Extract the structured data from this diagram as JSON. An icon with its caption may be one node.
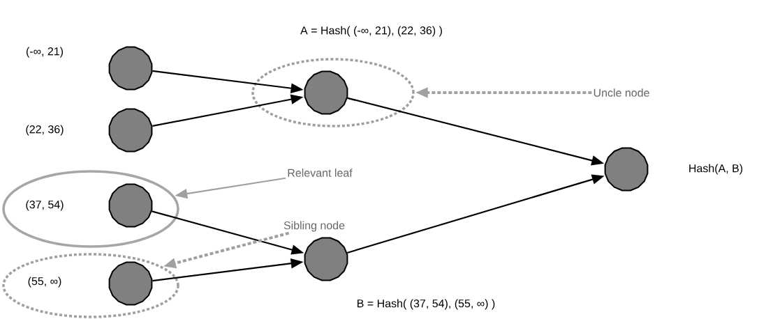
{
  "diagram": {
    "nodes": [
      {
        "text": [],
        "shape": "circle"
      },
      {
        "text": [],
        "shape": "circle"
      },
      {
        "text": [],
        "shape": "ellipse"
      },
      {
        "text": [],
        "shape": "circle",
        "in": 2
      },
      {
        "text": [
          "Uncle node"
        ]
      },
      {
        "text": [],
        "shape": "circle"
      },
      {
        "text": [
          "Relevant leaf"
        ]
      },
      {
        "text": [],
        "shape": "ellipse"
      },
      {
        "text": [],
        "shape": "circle",
        "in": 7
      },
      {
        "text": [
          "Sibling node"
        ]
      },
      {
        "text": [],
        "shape": "ellipse"
      },
      {
        "text": [],
        "shape": "circle",
        "in": 10
      },
      {
        "text": [],
        "shape": "circle"
      }
    ],
    "edges": [
      {
        "from": 0,
        "to": 3,
        "arrow": "to"
      },
      {
        "from": 1,
        "to": 3,
        "arrow": "to"
      },
      {
        "from": 3,
        "to": 5,
        "arrow": "to"
      },
      {
        "from": 8,
        "to": 12,
        "arrow": "to"
      },
      {
        "from": 11,
        "to": 12,
        "arrow": "to"
      },
      {
        "from": 12,
        "to": 5,
        "arrow": "to"
      },
      {
        "from": 4,
        "to": 2,
        "arrow": "to",
        "style": "dashed",
        "color": "#a0a0a0"
      },
      {
        "from": 6,
        "to": 7,
        "arrow": "to",
        "color": "#a0a0a0"
      },
      {
        "from": 9,
        "to": 10,
        "arrow": "to",
        "style": "dashed",
        "color": "#a0a0a0"
      }
    ],
    "labels": [
      "A = Hash( (-∞, 21), (22, 36) )",
      "(-∞, 21)",
      "(22, 36)",
      "Hash(A, B)",
      "(37, 54)",
      "(55, ∞)",
      "B = Hash( (37, 54), (55, ∞) )"
    ]
  }
}
